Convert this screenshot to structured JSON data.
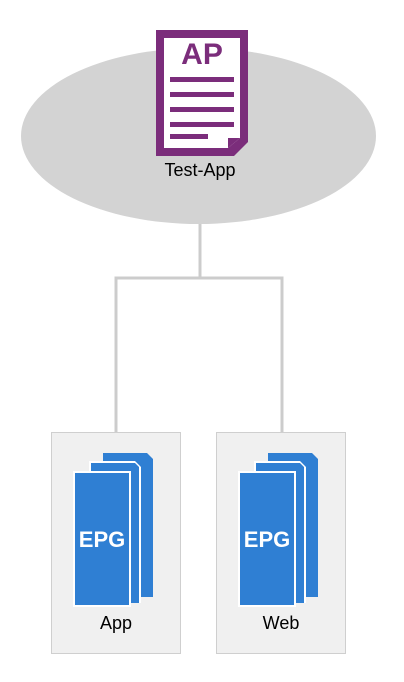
{
  "diagram": {
    "app_profile": {
      "badge": "AP",
      "label": "Test-App",
      "icon": "application-profile-document-icon"
    },
    "epgs": [
      {
        "badge": "EPG",
        "label": "App",
        "icon": "epg-server-stack-icon"
      },
      {
        "badge": "EPG",
        "label": "Web",
        "icon": "epg-server-stack-icon"
      }
    ]
  },
  "colors": {
    "ellipse": "#d3d3d3",
    "ap_icon": "#7b2d7b",
    "epg_icon": "#2f7fd3",
    "epg_box": "#f0f0f0",
    "connector": "#cccccc"
  }
}
